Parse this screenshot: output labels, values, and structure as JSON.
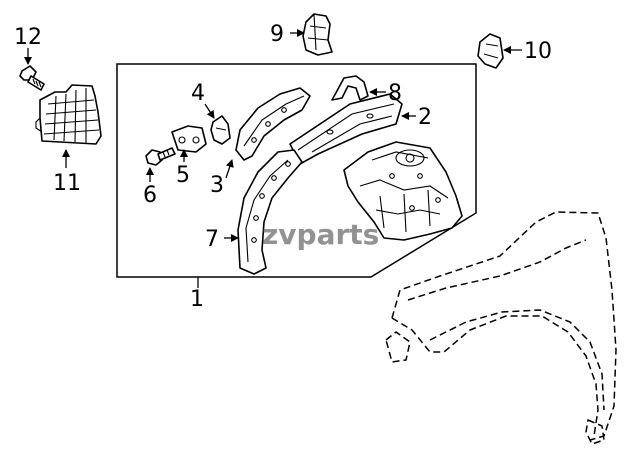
{
  "watermark": "zvparts",
  "callouts": [
    {
      "id": "1",
      "label": "1"
    },
    {
      "id": "2",
      "label": "2"
    },
    {
      "id": "3",
      "label": "3"
    },
    {
      "id": "4",
      "label": "4"
    },
    {
      "id": "5",
      "label": "5"
    },
    {
      "id": "6",
      "label": "6"
    },
    {
      "id": "7",
      "label": "7"
    },
    {
      "id": "8",
      "label": "8"
    },
    {
      "id": "9",
      "label": "9"
    },
    {
      "id": "10",
      "label": "10"
    },
    {
      "id": "11",
      "label": "11"
    },
    {
      "id": "12",
      "label": "12"
    }
  ]
}
